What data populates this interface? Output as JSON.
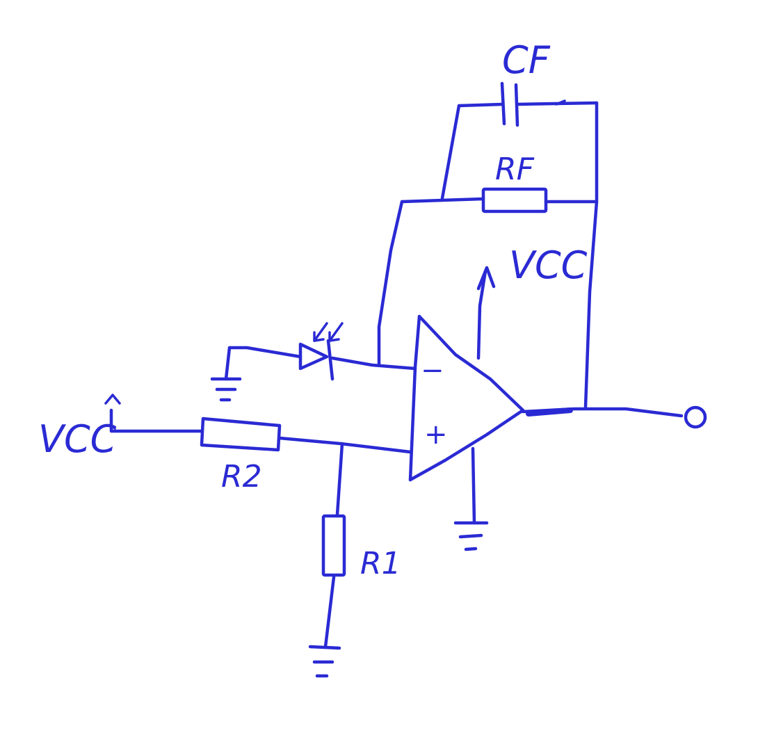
{
  "diagram": {
    "ink_color": "#2a2ad4",
    "background": "#ffffff",
    "labels": {
      "cf": "CF",
      "rf": "RF",
      "vcc_top": "VCC",
      "vcc_left": "VCC",
      "r2": "R2",
      "r1": "R1",
      "minus": "−",
      "plus": "+"
    },
    "components": [
      "capacitor CF",
      "resistor RF",
      "photodiode",
      "op-amp",
      "resistor R2",
      "resistor R1",
      "ground symbols",
      "output terminal"
    ]
  }
}
